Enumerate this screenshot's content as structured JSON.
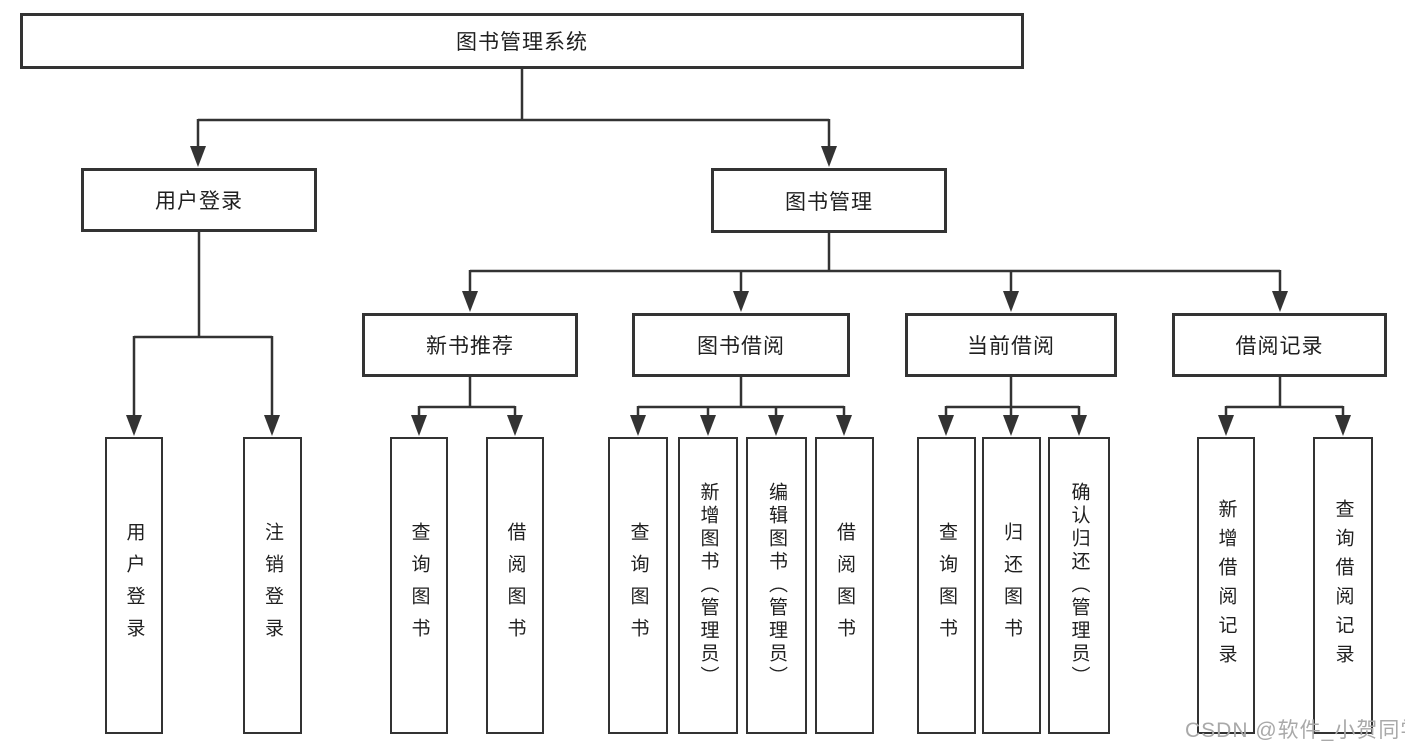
{
  "diagram_title": "图书管理系统",
  "tree": {
    "label": "图书管理系统",
    "children": [
      {
        "label": "用户登录",
        "children": [
          {
            "label": "用户登录"
          },
          {
            "label": "注销登录"
          }
        ]
      },
      {
        "label": "图书管理",
        "children": [
          {
            "label": "新书推荐",
            "children": [
              {
                "label": "查询图书"
              },
              {
                "label": "借阅图书"
              }
            ]
          },
          {
            "label": "图书借阅",
            "children": [
              {
                "label": "查询图书"
              },
              {
                "label": "新增图书（管理员）"
              },
              {
                "label": "编辑图书（管理员）"
              },
              {
                "label": "借阅图书"
              }
            ]
          },
          {
            "label": "当前借阅",
            "children": [
              {
                "label": "查询图书"
              },
              {
                "label": "归还图书"
              },
              {
                "label": "确认归还（管理员）"
              }
            ]
          },
          {
            "label": "借阅记录",
            "children": [
              {
                "label": "新增借阅记录"
              },
              {
                "label": "查询借阅记录"
              }
            ]
          }
        ]
      }
    ]
  },
  "watermark": {
    "text": "CSDN @软件_小贺同学"
  },
  "colors": {
    "line": "#333333",
    "box_border": "#333333",
    "box_background": "#ffffff",
    "text": "#1f1f1f",
    "watermark": "#a9a9a9"
  }
}
